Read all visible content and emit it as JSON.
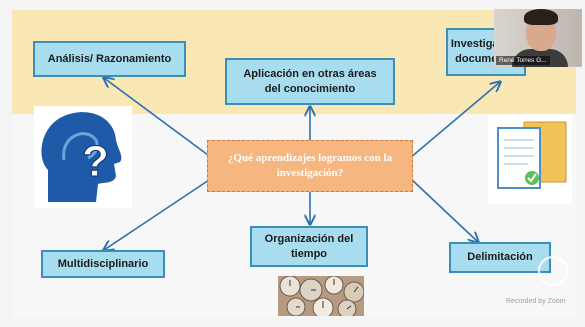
{
  "slide": {
    "center_question": "¿Qué aprendizajes logramos con la investigación?",
    "boxes": {
      "analysis": "Análisis/ Razonamiento",
      "application": "Aplicación en otras áreas del conocimiento",
      "investigation": "Investigación documental",
      "multidisciplinary": "Multidisciplinario",
      "organization": "Organización del tiempo",
      "delimitation": "Delimitación"
    }
  },
  "video_overlay": {
    "participant_name": "René Torres G..."
  },
  "watermark": "Recorded by Zoom",
  "colors": {
    "band": "#f9e8b4",
    "box_fill": "#a8ddef",
    "box_border": "#3a8fb7",
    "center_fill": "#f5b680",
    "arrow": "#2f6fb0"
  },
  "icons": [
    "head-question-icon",
    "documents-icon",
    "clocks-image",
    "play-icon"
  ]
}
